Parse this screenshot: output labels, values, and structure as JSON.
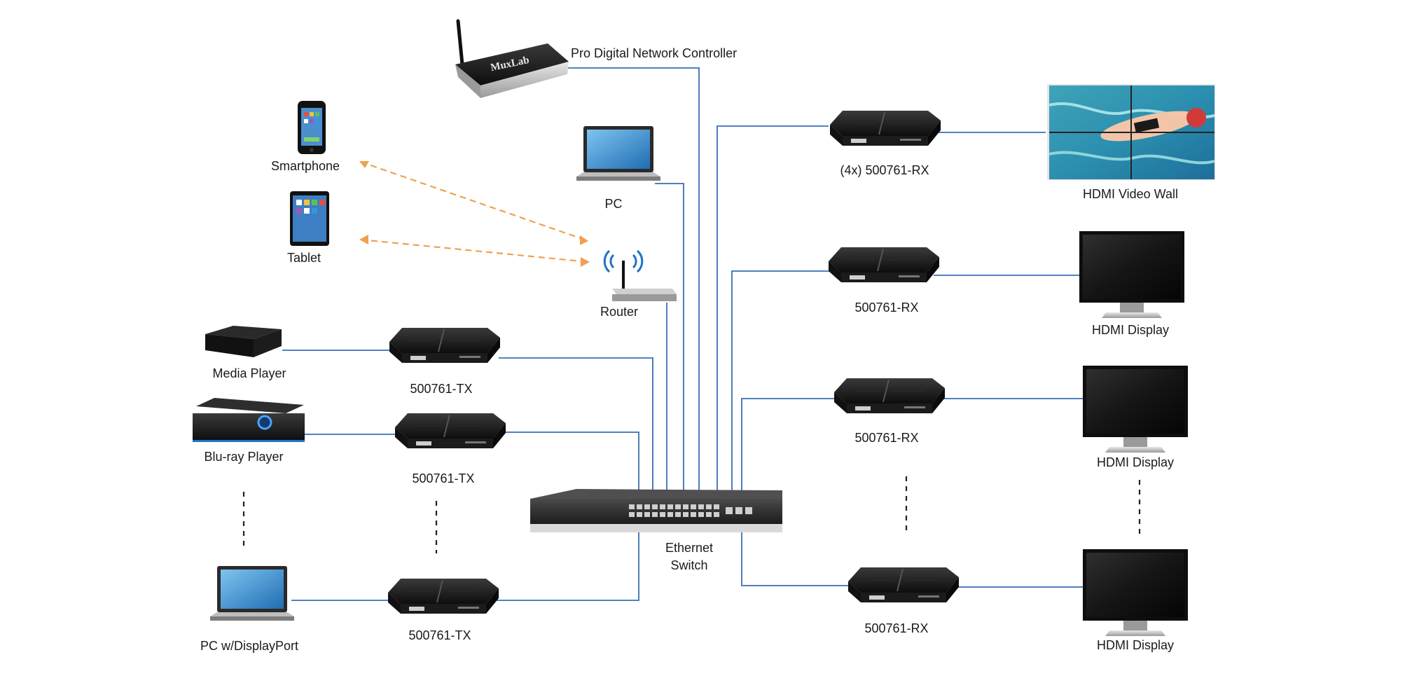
{
  "labels": {
    "controller": "Pro Digital Network Controller",
    "controller_brand": "MuxLab",
    "smartphone": "Smartphone",
    "tablet": "Tablet",
    "pc": "PC",
    "router": "Router",
    "media_player": "Media Player",
    "bluray": "Blu-ray Player",
    "pc_dp": "PC w/DisplayPort",
    "tx1": "500761-TX",
    "tx2": "500761-TX",
    "tx3": "500761-TX",
    "switch_line1": "Ethernet",
    "switch_line2": "Switch",
    "rx_wall": "(4x)  500761-RX",
    "rx1": "500761-RX",
    "rx2": "500761-RX",
    "rx3": "500761-RX",
    "video_wall": "HDMI Video Wall",
    "display1": "HDMI Display",
    "display2": "HDMI Display",
    "display3": "HDMI Display"
  },
  "colors": {
    "wire": "#3a6fb7",
    "wireless": "#f0a050"
  }
}
